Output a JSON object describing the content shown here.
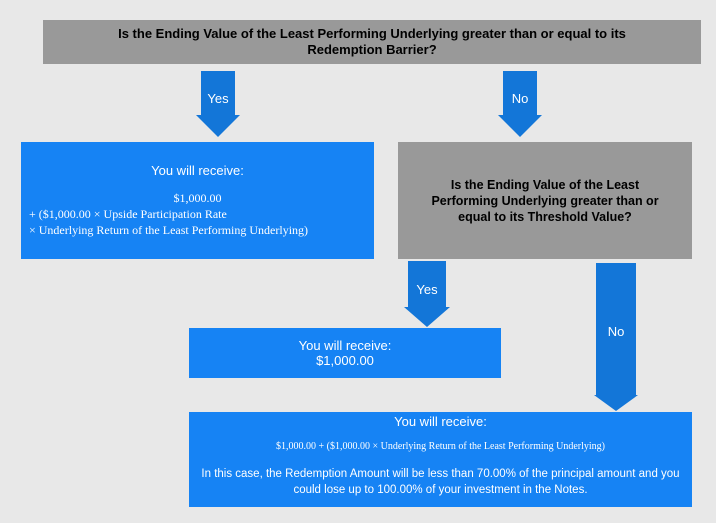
{
  "flowchart": {
    "question_1": "Is the Ending Value of the Least Performing Underlying greater than or equal to its Redemption Barrier?",
    "branch_yes_1": "Yes",
    "branch_no_1": "No",
    "result_1": {
      "title": "You will receive:",
      "line_1": "$1,000.00",
      "line_2": "+ ($1,000.00 × Upside Participation Rate",
      "line_3": "× Underlying Return of the Least Performing Underlying)"
    },
    "question_2": "Is the Ending Value of the Least Performing Underlying greater than or equal to its Threshold Value?",
    "branch_yes_2": "Yes",
    "branch_no_2": "No",
    "result_2": {
      "title": "You will receive:",
      "amount": "$1,000.00"
    },
    "result_3": {
      "title": "You will receive:",
      "formula": "$1,000.00 + ($1,000.00 × Underlying Return of the Least Performing Underlying)",
      "note": "In this case, the Redemption Amount will be less than 70.00% of the principal amount and you could lose up to 100.00% of your investment in the Notes."
    }
  },
  "colors": {
    "background": "#e8e8e8",
    "question_fill": "#999999",
    "result_fill": "#1683f4",
    "arrow_fill": "#1376d8"
  }
}
